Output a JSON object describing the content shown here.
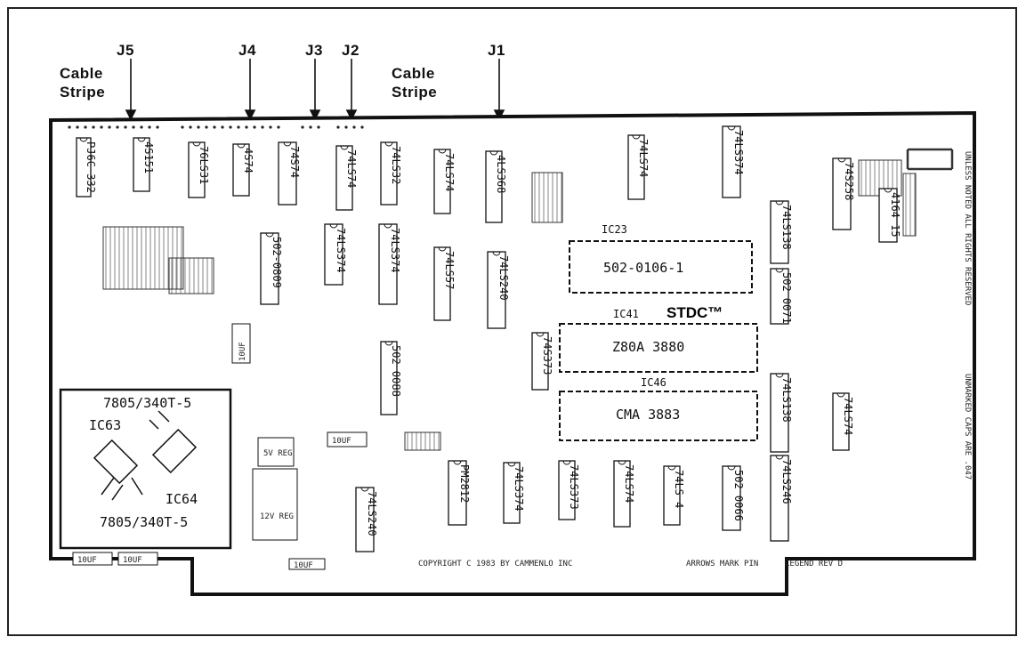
{
  "connector_callouts": {
    "j5": "J5",
    "j4": "J4",
    "j3": "J3",
    "j2": "J2",
    "j1": "J1",
    "cable_stripe_left": "Cable\nStripe",
    "cable_stripe_right": "Cable\nStripe"
  },
  "board": {
    "brand": "STDC™",
    "copyright": "COPYRIGHT C 1983 BY CAMMENLO INC",
    "arrows_note": "ARROWS MARK PIN",
    "legend_rev": "LEGEND REV D",
    "rights_note": "UNLESS NOTED ALL RIGHTS RESERVED",
    "unmarked_note": "UNMARKED CAPS ARE .047",
    "regulator_box": {
      "top_label": "7805/340T-5",
      "ic_top": "IC63",
      "ic_bottom": "IC64",
      "bottom_label": "7805/340T-5"
    },
    "large_chips": [
      {
        "label": "502-0106-1",
        "ic": "IC23"
      },
      {
        "label": "Z80A 3880",
        "ic": "IC41"
      },
      {
        "label": "CMA 3883",
        "ic": "IC46"
      }
    ],
    "small_chips": [
      {
        "label": "PJ6C 332"
      },
      {
        "label": "4S151"
      },
      {
        "label": "76LS31"
      },
      {
        "label": "4S74"
      },
      {
        "label": "74S74"
      },
      {
        "label": "74LS74"
      },
      {
        "label": "74LS32"
      },
      {
        "label": "74LS74"
      },
      {
        "label": "4LS368"
      },
      {
        "label": "74LS74"
      },
      {
        "label": "74LS374"
      },
      {
        "label": "74LS138"
      },
      {
        "label": "74S258"
      },
      {
        "label": "4164 15"
      },
      {
        "label": "502-0809"
      },
      {
        "label": "74LS374"
      },
      {
        "label": "74LS374"
      },
      {
        "label": "74LS240"
      },
      {
        "label": "74S373"
      },
      {
        "label": "502 0088"
      },
      {
        "label": "502 0071"
      },
      {
        "label": "74LS138"
      },
      {
        "label": "74LS74"
      },
      {
        "label": "74LS246"
      },
      {
        "label": "74LS240"
      },
      {
        "label": "PM2812"
      },
      {
        "label": "74LS374"
      },
      {
        "label": "74LS373"
      },
      {
        "label": "74LS 4"
      },
      {
        "label": "502 0066"
      },
      {
        "label": "74LS74"
      },
      {
        "label": "74LS57"
      }
    ],
    "capacitors": [
      "10UF",
      "10UF",
      "10UF",
      "10UF",
      "10UF"
    ],
    "regulator_small": "5V REG",
    "regulator_12v": "12V REG"
  }
}
